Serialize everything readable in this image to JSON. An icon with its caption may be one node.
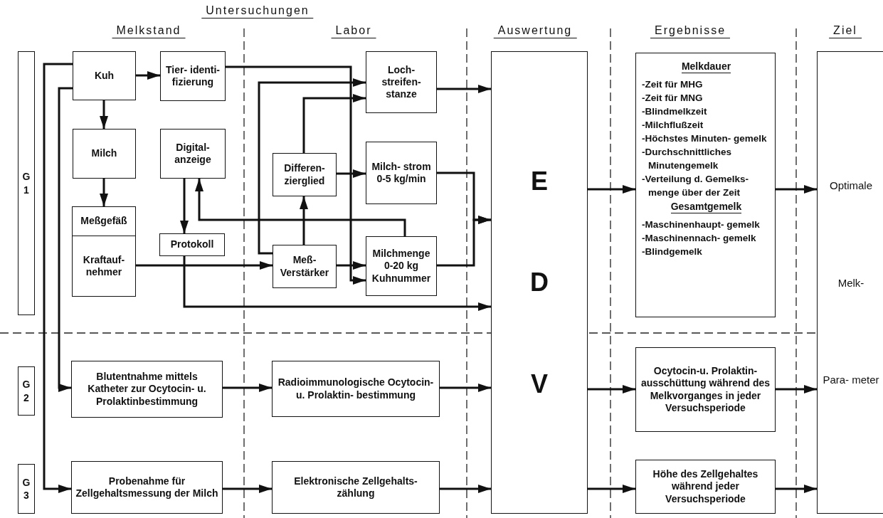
{
  "diagram": {
    "nodes": [
      {
        "text": [
          "G 1"
        ]
      },
      {
        "text": [
          "Kuh"
        ]
      },
      {
        "text": [
          "Tier- identi- fizierung"
        ]
      },
      {
        "text": [
          "Milch"
        ]
      },
      {
        "text": [
          "Digital- anzeige"
        ]
      },
      {
        "text": [
          "Meßgefäß"
        ]
      },
      {
        "text": [
          "Kraftauf- nehmer"
        ]
      },
      {
        "text": [
          "Protokoll"
        ]
      },
      {
        "text": [
          "Differen- zierglied"
        ]
      },
      {
        "text": [
          "Meß- Verstärker"
        ]
      },
      {
        "text": [
          "Loch- streifen- stanze"
        ]
      },
      {
        "text": [
          "Milch- strom 0-5 kg/min"
        ]
      },
      {
        "text": [
          "Milchmenge 0-20 kg Kuhnummer"
        ]
      },
      {
        "text": [
          "E",
          "D",
          "V"
        ]
      },
      {
        "text": [
          "Melkdauer",
          "-Zeit für MHG",
          "-Zeit für MNG",
          "-Blindmelkzeit",
          "-Milchflußzeit",
          "-Höchstes Minuten- gemelk",
          "-Durchschnittliches Minutengemelk",
          "-Verteilung d. Gemelks- menge über der Zeit",
          "Gesamtgemelk",
          "-Maschinenhaupt- gemelk",
          "-Maschinennach- gemelk",
          "-Blindgemelk"
        ]
      },
      {
        "text": [
          "Optimale",
          "Melk-",
          "Para- meter"
        ]
      },
      {
        "text": [
          "G 2"
        ]
      },
      {
        "text": [
          "Blutentnahme mittels Katheter zur Ocytocin- u. Prolaktinbestimmung"
        ]
      },
      {
        "text": [
          "Radioimmunologische Ocytocin-u. Prolaktin- bestimmung"
        ]
      },
      {
        "text": [
          "Ocytocin-u. Prolaktin- ausschüttung während des Melkvorganges in jeder Versuchsperiode"
        ]
      },
      {
        "text": [
          "G 3"
        ]
      },
      {
        "text": [
          "Probenahme für Zellgehaltsmessung der Milch"
        ]
      },
      {
        "text": [
          "Elektronische Zellgehalts- zählung"
        ]
      },
      {
        "text": [
          "Höhe des Zellgehaltes während jeder Versuchsperiode"
        ]
      }
    ],
    "edges": [
      {
        "from": 1,
        "to": 2,
        "arrow": "to"
      },
      {
        "from": 1,
        "to": 3,
        "arrow": "to"
      },
      {
        "from": 3,
        "to": 5,
        "arrow": "to"
      },
      {
        "from": 4,
        "to": 7,
        "arrow": "to"
      },
      {
        "from": 12,
        "to": 4,
        "arrow": "to"
      },
      {
        "from": 6,
        "to": 9,
        "arrow": "to"
      },
      {
        "from": 9,
        "to": 8,
        "arrow": "to"
      },
      {
        "from": 9,
        "to": 10,
        "arrow": "to"
      },
      {
        "from": 8,
        "to": 10,
        "arrow": "to"
      },
      {
        "from": 8,
        "to": 11,
        "arrow": "to"
      },
      {
        "from": 9,
        "to": 12,
        "arrow": "to"
      },
      {
        "from": 2,
        "to": 12,
        "arrow": "to"
      },
      {
        "from": 7,
        "to": 13,
        "arrow": "to"
      },
      {
        "from": 10,
        "to": 13,
        "arrow": "to"
      },
      {
        "from": 11,
        "to": 13,
        "arrow": "to"
      },
      {
        "from": 12,
        "to": 13,
        "arrow": "to"
      },
      {
        "from": 13,
        "to": 14,
        "arrow": "to"
      },
      {
        "from": 14,
        "to": 15,
        "arrow": "to"
      },
      {
        "from": 1,
        "to": 17,
        "arrow": "to"
      },
      {
        "from": 1,
        "to": 21,
        "arrow": "to"
      },
      {
        "from": 17,
        "to": 18,
        "arrow": "to"
      },
      {
        "from": 18,
        "to": 13,
        "arrow": "to"
      },
      {
        "from": 13,
        "to": 19,
        "arrow": "to"
      },
      {
        "from": 19,
        "to": 15,
        "arrow": "to"
      },
      {
        "from": 21,
        "to": 22,
        "arrow": "to"
      },
      {
        "from": 22,
        "to": 13,
        "arrow": "to"
      },
      {
        "from": 13,
        "to": 23,
        "arrow": "to"
      },
      {
        "from": 23,
        "to": 15,
        "arrow": "to"
      }
    ],
    "labels": [
      "Untersuchungen",
      "Melkstand",
      "Labor",
      "Auswertung",
      "Ergebnisse",
      "Ziel"
    ]
  }
}
